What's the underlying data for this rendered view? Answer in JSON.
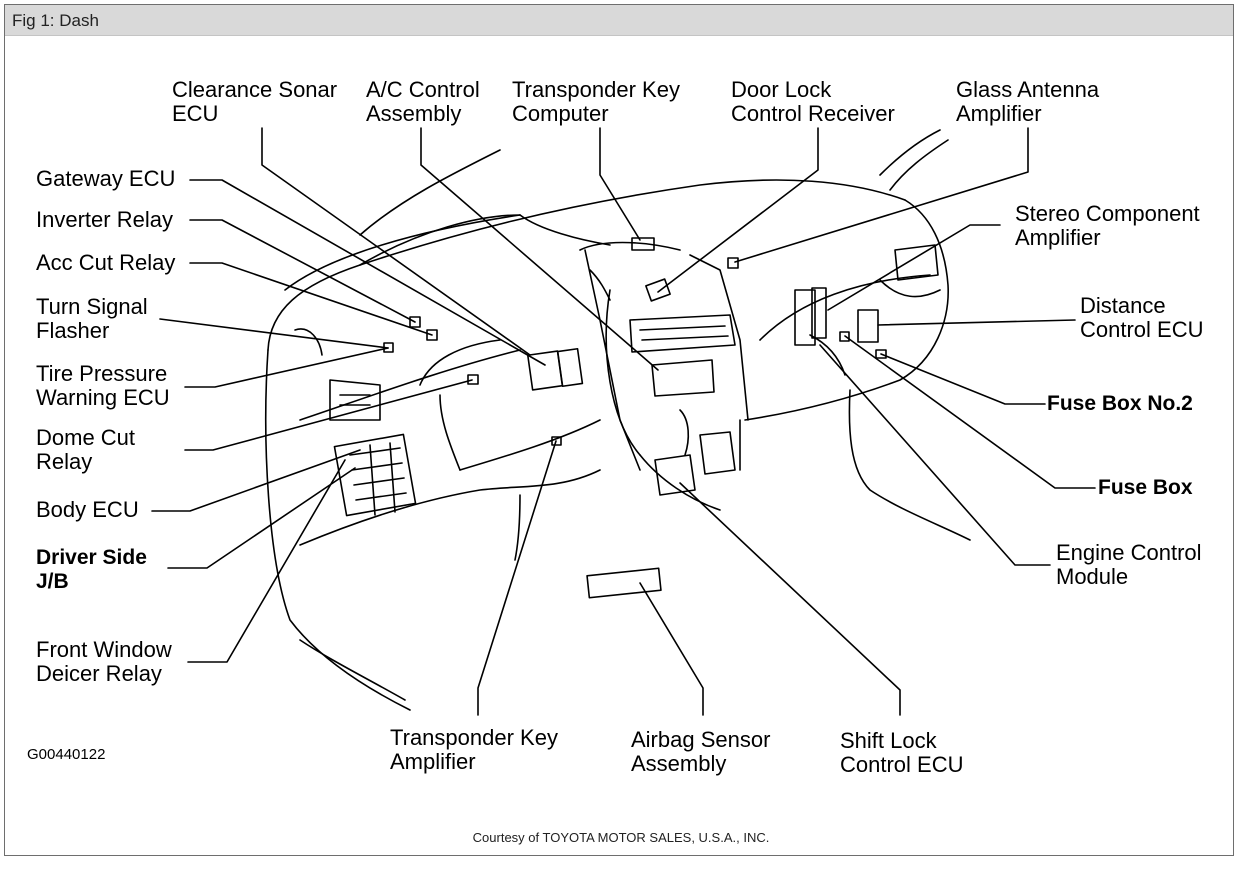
{
  "window": {
    "title": "Fig 1: Dash"
  },
  "labels": {
    "clearance_sonar": "Clearance Sonar\nECU",
    "ac_control": "A/C Control\nAssembly",
    "transponder_computer": "Transponder Key\nComputer",
    "door_lock": "Door Lock\nControl Receiver",
    "glass_antenna": "Glass Antenna\nAmplifier",
    "gateway": "Gateway ECU",
    "inverter": "Inverter Relay",
    "acc_cut": "Acc Cut Relay",
    "turn_signal": "Turn Signal\nFlasher",
    "tire_pressure": "Tire Pressure\nWarning ECU",
    "dome_cut": "Dome Cut\nRelay",
    "body_ecu": "Body ECU",
    "driver_jb": "Driver Side\nJ/B",
    "front_window": "Front Window\nDeicer Relay",
    "stereo": "Stereo Component\nAmplifier",
    "distance": "Distance\nControl ECU",
    "fuse_box2": "Fuse Box No.2",
    "fuse_box": "Fuse Box",
    "engine_control": "Engine Control\nModule",
    "transponder_amp": "Transponder Key\nAmplifier",
    "airbag": "Airbag Sensor\nAssembly",
    "shift_lock": "Shift Lock\nControl ECU"
  },
  "figure_code": "G00440122",
  "footer": "Courtesy of TOYOTA MOTOR SALES, U.S.A., INC."
}
